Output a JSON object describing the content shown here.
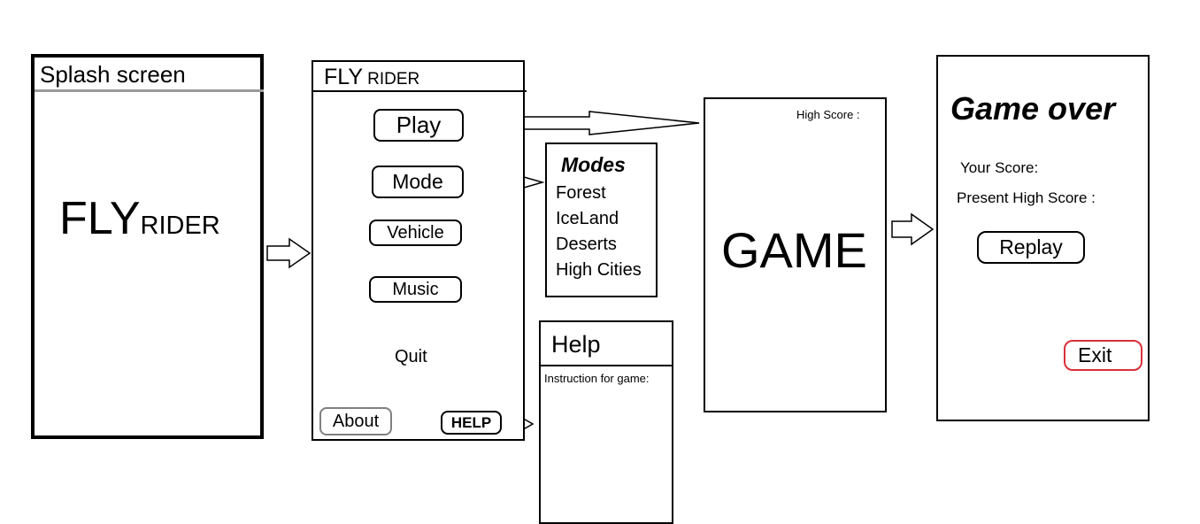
{
  "splash": {
    "title": "Splash screen",
    "logo_main": "FLY",
    "logo_sub": "RIDER"
  },
  "menu": {
    "title_main": "FLY",
    "title_sub": "RIDER",
    "play_label": "Play",
    "mode_label": "Mode",
    "vehicle_label": "Vehicle",
    "music_label": "Music",
    "quit_label": "Quit",
    "about_label": "About",
    "help_label": "HELP"
  },
  "modes": {
    "title": "Modes",
    "items": [
      "Forest",
      "IceLand",
      "Deserts",
      "High Cities"
    ]
  },
  "help": {
    "title": "Help",
    "instruction": "Instruction for game:"
  },
  "game": {
    "high_score_label": "High Score :",
    "title": "GAME"
  },
  "game_over": {
    "title": "Game over",
    "your_score": "Your Score:",
    "present_high_score": "Present High Score :",
    "replay_label": "Replay",
    "exit_label": "Exit"
  },
  "colors": {
    "quit_accent": "#e0202a",
    "exit_accent": "#d9303a",
    "about_border": "#808080",
    "divider": "#000000"
  }
}
